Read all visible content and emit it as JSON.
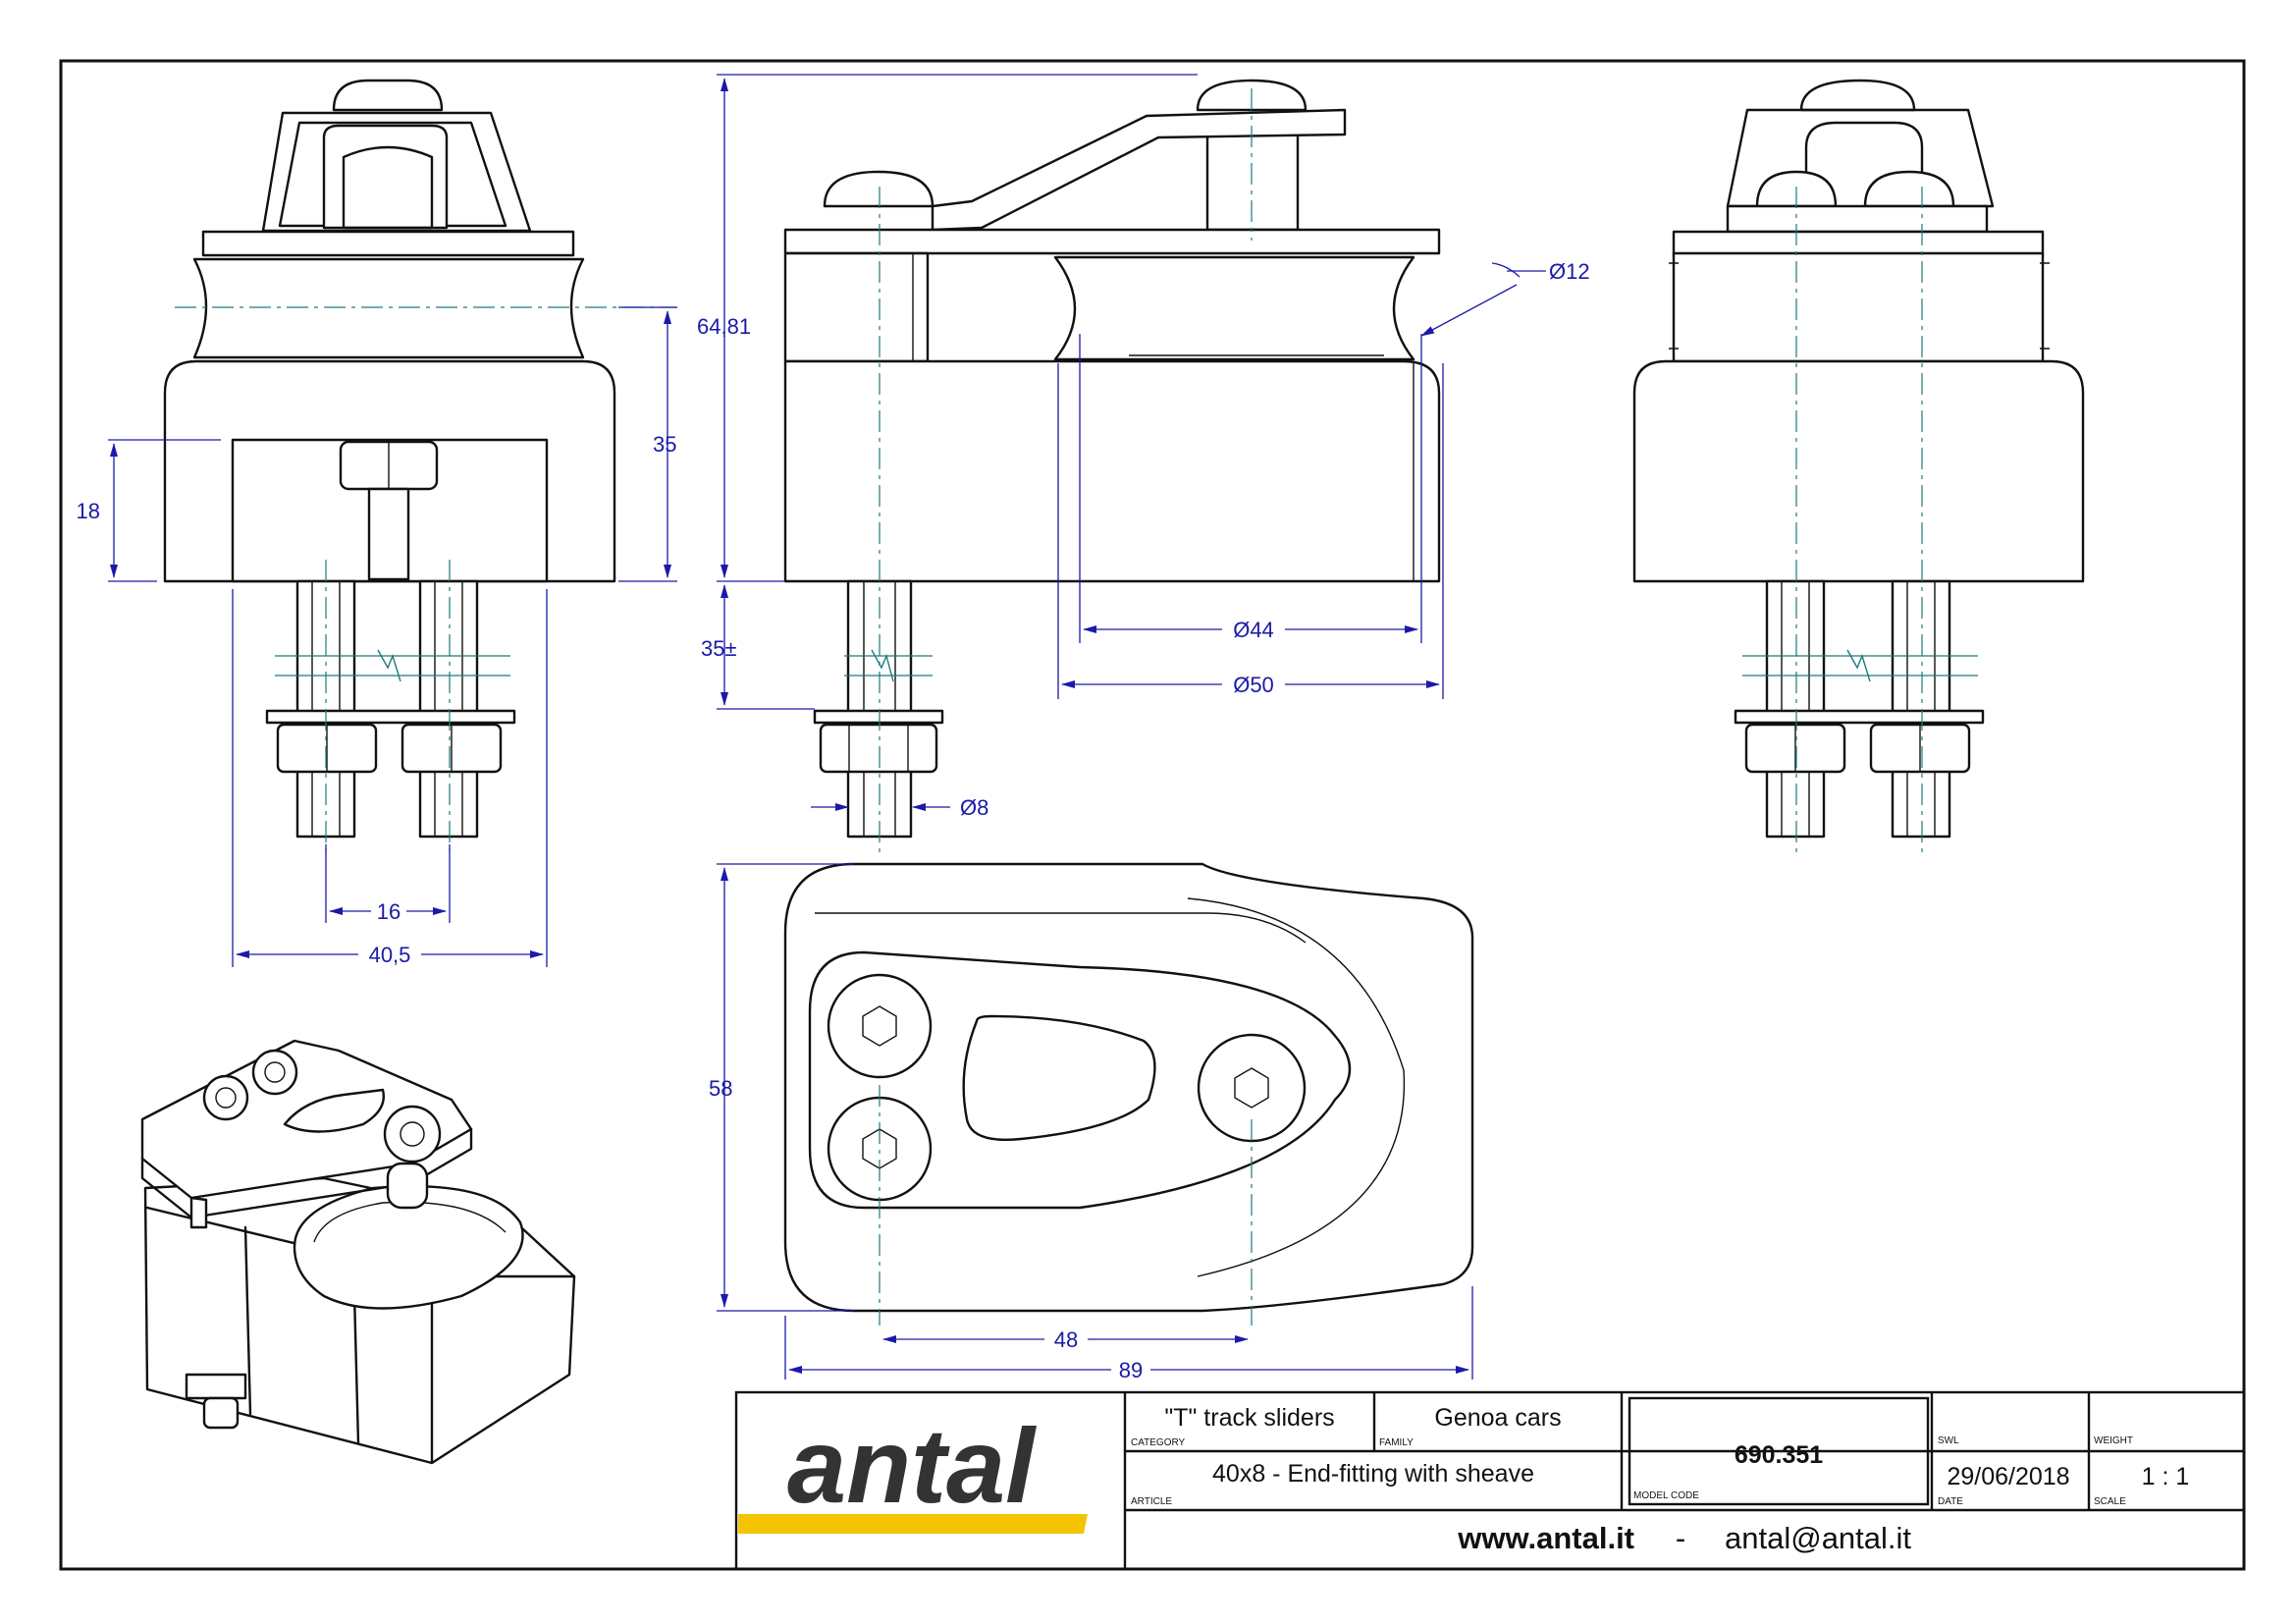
{
  "drawing": {
    "dimensions": {
      "height_total": "64,81",
      "height_body": "35",
      "height_base": "18",
      "stud_length": "35±",
      "stud_pitch": "16",
      "width_base": "40,5",
      "sheave_inner": "Ø44",
      "sheave_outer": "Ø50",
      "groove": "Ø12",
      "stud_dia": "Ø8",
      "plan_width": "58",
      "hole_pitch": "48",
      "plan_length": "89"
    }
  },
  "title_block": {
    "logo": "antal",
    "category_value": "\"T\" track sliders",
    "category_label": "CATEGORY",
    "family_value": "Genoa cars",
    "family_label": "FAMILY",
    "article_value": "40x8 - End-fitting with sheave",
    "article_label": "ARTICLE",
    "model_code_value": "690.351",
    "model_code_label": "MODEL CODE",
    "swl_label": "SWL",
    "weight_label": "WEIGHT",
    "date_value": "29/06/2018",
    "date_label": "DATE",
    "scale_value": "1 : 1",
    "scale_label": "SCALE",
    "website": "www.antal.it",
    "separator": "-",
    "email": "antal@antal.it"
  },
  "colors": {
    "dimension": "#1a1aa8",
    "centerline": "#1d7a7a",
    "logo_text": "#333333",
    "logo_bar": "#f5c400"
  }
}
